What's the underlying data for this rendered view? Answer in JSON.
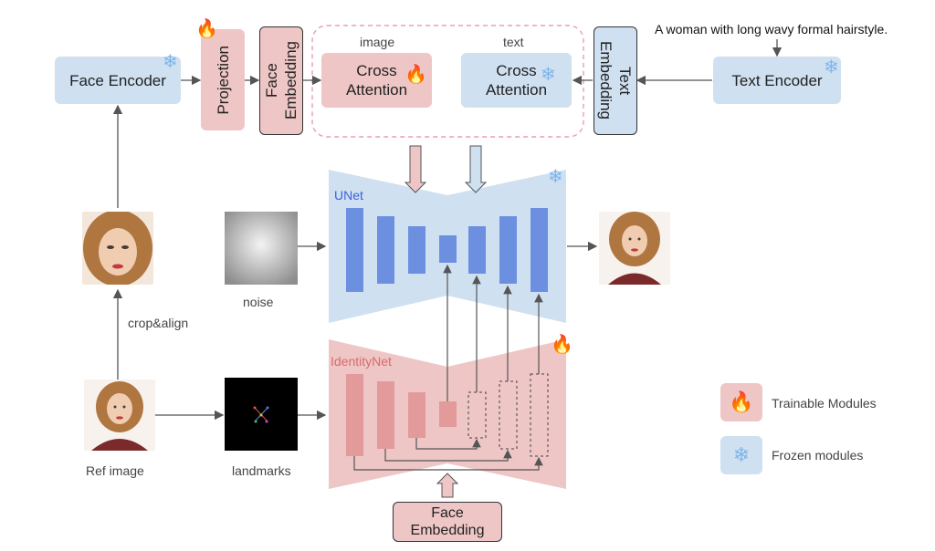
{
  "prompt_text": "A woman with long wavy formal hairstyle.",
  "modules": {
    "face_encoder": "Face Encoder",
    "projection": "Projection",
    "face_embedding_top": "Face\nEmbedding",
    "cross_attn_image_label": "image",
    "cross_attn_image": "Cross\nAttention",
    "cross_attn_text_label": "text",
    "cross_attn_text": "Cross\nAttention",
    "text_embedding": "Text\nEmbedding",
    "text_encoder": "Text Encoder",
    "unet": "UNet",
    "identitynet": "IdentityNet",
    "face_embedding_bottom": "Face\nEmbedding"
  },
  "labels": {
    "noise": "noise",
    "crop_align": "crop&align",
    "ref_image": "Ref image",
    "landmarks": "landmarks"
  },
  "legend": {
    "trainable": "Trainable Modules",
    "frozen": "Frozen modules"
  },
  "icons": {
    "fire": "🔥",
    "snow": "❄"
  },
  "colors": {
    "frozen_blue": "#cfe0f1",
    "trainable_pink": "#efc6c6",
    "unet_bar": "#6d8fe0",
    "identity_bar": "#e29a9a"
  }
}
